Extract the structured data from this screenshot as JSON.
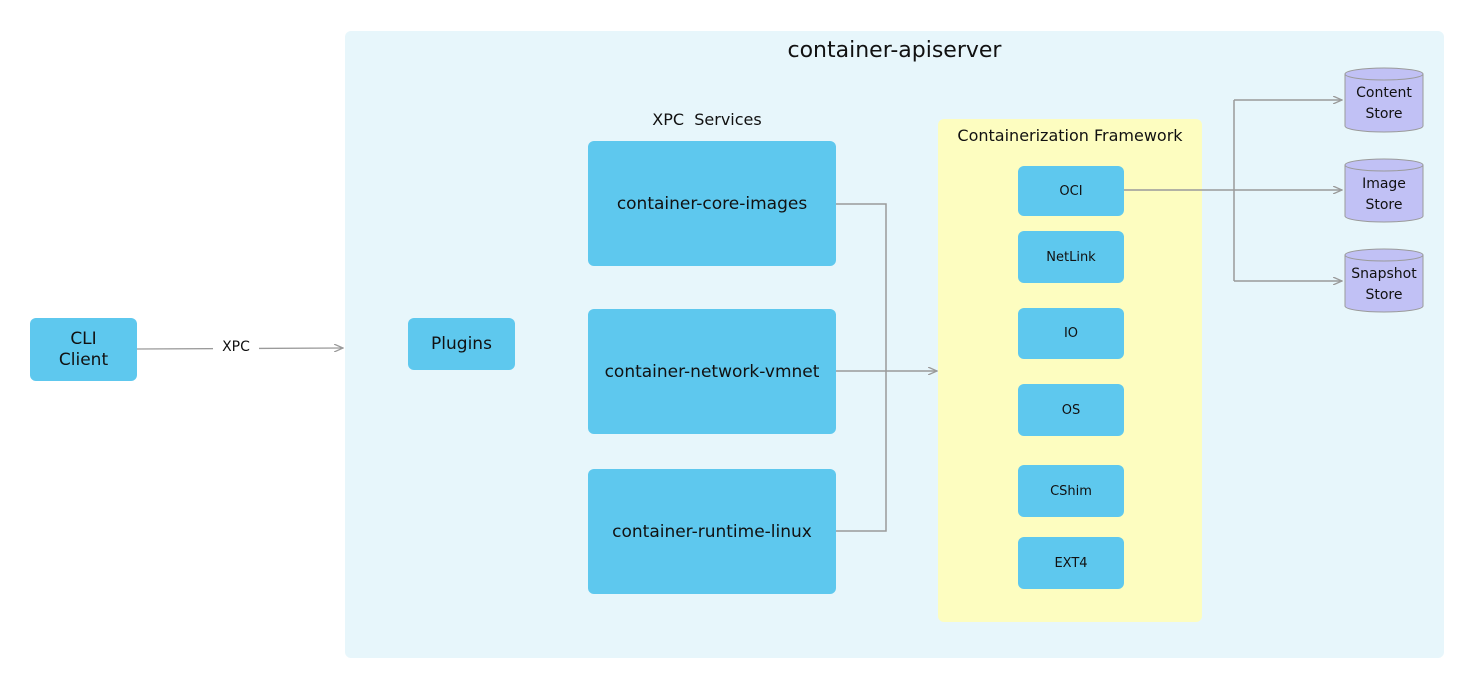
{
  "apiserver": {
    "title": "container-apiserver"
  },
  "client": {
    "label": "CLI\nClient"
  },
  "edge_label": "XPC",
  "plugins": {
    "label": "Plugins"
  },
  "xpc_services": {
    "heading": "XPC  Services",
    "items": [
      {
        "label": "container-core-images"
      },
      {
        "label": "container-network-vmnet"
      },
      {
        "label": "container-runtime-linux"
      }
    ]
  },
  "framework": {
    "title": "Containerization Framework",
    "modules": [
      {
        "label": "OCI"
      },
      {
        "label": "NetLink"
      },
      {
        "label": "IO"
      },
      {
        "label": "OS"
      },
      {
        "label": "CShim"
      },
      {
        "label": "EXT4"
      }
    ]
  },
  "stores": [
    {
      "label": "Content\nStore"
    },
    {
      "label": "Image\nStore"
    },
    {
      "label": "Snapshot\nStore"
    }
  ],
  "colors": {
    "service_box": "#5ec8ee",
    "apiserver_bg": "#e7f6fb",
    "framework_bg": "#fdfdc0",
    "store": "#c1c1f5",
    "connector": "#9a9a9a"
  }
}
